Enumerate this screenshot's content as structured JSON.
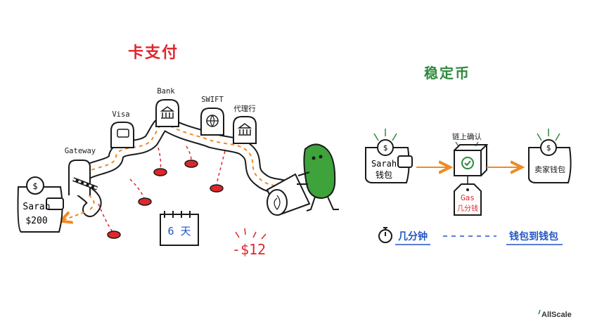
{
  "card_payment": {
    "title": "卡支付",
    "wallet": {
      "name": "Sarah",
      "amount": "$200",
      "symbol": "$"
    },
    "stops": [
      "Gateway",
      "Visa",
      "Bank",
      "SWIFT",
      "代理行"
    ],
    "calendar": "6 天",
    "fee": "-$12"
  },
  "stablecoin": {
    "title": "稳定币",
    "sender_wallet": {
      "line1": "Sarah",
      "line2": "钱包",
      "symbol": "$"
    },
    "chain_confirm": "链上确认",
    "gas_tag": {
      "line1": "Gas",
      "line2": "几分钱"
    },
    "receiver_wallet": {
      "label": "卖家钱包",
      "symbol": "$"
    },
    "time": "几分钟",
    "route": "钱包到钱包"
  },
  "brand": "AllScale",
  "colors": {
    "red": "#e0262b",
    "green": "#2f8a3e",
    "blue": "#2255c4",
    "orange": "#f08a24",
    "blob": "#3da33a"
  }
}
